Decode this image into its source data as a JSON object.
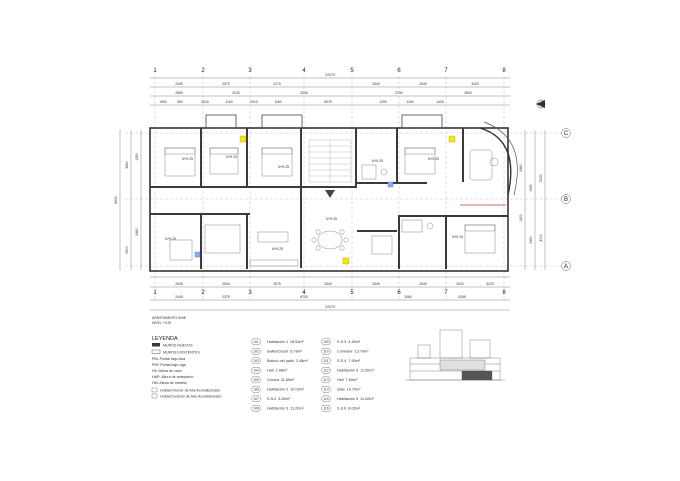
{
  "drawing": {
    "column_axes": [
      "1",
      "2",
      "3",
      "4",
      "5",
      "6",
      "7",
      "8"
    ],
    "row_axes": [
      "C",
      "B",
      "A"
    ],
    "top_dims_row1": [
      "2305",
      "2570",
      "3170",
      "2540",
      "2540",
      "3420"
    ],
    "top_total": "22370",
    "top_dims_row2": [
      "2890",
      "3240",
      "3230",
      "3730",
      "2840"
    ],
    "top_dims_row3": [
      "1960",
      "960",
      "2010",
      "1160",
      "2010",
      "1160",
      "5075",
      "1250",
      "1160",
      "1400"
    ],
    "bottom_dims_row1": [
      "2545",
      "2540",
      "2575",
      "2540",
      "2545",
      "2540",
      "2540",
      "3220"
    ],
    "bottom_dims_row2": [
      "2440",
      "2375",
      "6730",
      "1060",
      "5265"
    ],
    "bottom_total": "22370",
    "left_total": "8530",
    "left_dims": [
      "3660",
      "1390",
      "3480",
      "2900"
    ],
    "right_dims": [
      "3480",
      "5230",
      "1590",
      "1400",
      "2950",
      "4000"
    ],
    "project_caption_line1": "APARTAMENTO 5048",
    "project_caption_line2": "NIVEL +9,25",
    "level_tags": [
      "N+9.25",
      "N+9.25",
      "N+9.25",
      "N+9.25",
      "N+9.25",
      "N+9.25",
      "N+9.25",
      "N+9.25",
      "N+9.25"
    ]
  },
  "legend": {
    "title": "LEYENDA",
    "items": [
      {
        "label": "MUROS NUEVOS"
      },
      {
        "label": "MUROS EXISTENTES"
      },
      {
        "label": "PBL Puntal bajo losa"
      },
      {
        "label": "PBV Puntal bajo viga"
      },
      {
        "label": "HV: Altura de vano"
      },
      {
        "label": "HAP: Altura de antepecho"
      },
      {
        "label": "HM: Altura de meseta"
      },
      {
        "label": "Unidad Interior de Aire Acondicionado"
      },
      {
        "label": "Unidad Exterior de Aire Acondicionado"
      }
    ]
  },
  "rooms": [
    {
      "num": "101",
      "name": "Habitación 1",
      "area": "16.53m²"
    },
    {
      "num": "102",
      "name": "Salita/Closet",
      "area": "6.78m²"
    },
    {
      "num": "103",
      "name": "Balcón del patio",
      "area": "2.48m²"
    },
    {
      "num": "104",
      "name": "Hall",
      "area": "2.98m²"
    },
    {
      "num": "105",
      "name": "Cocina",
      "area": "11.69m²"
    },
    {
      "num": "106",
      "name": "Habitación 2",
      "area": "10.09m²"
    },
    {
      "num": "107",
      "name": "S.S.2",
      "area": "3.89m²"
    },
    {
      "num": "108",
      "name": "Habitación 3",
      "area": "11.20m²"
    },
    {
      "num": "109",
      "name": "S.S.3",
      "area": "4.40m²"
    },
    {
      "num": "110",
      "name": "Comedor",
      "area": "13.79m²"
    },
    {
      "num": "111",
      "name": "S.S.4",
      "area": "7.90m²"
    },
    {
      "num": "112",
      "name": "Habitación 4",
      "area": "11.50m²"
    },
    {
      "num": "113",
      "name": "Hall",
      "area": "7.60m²"
    },
    {
      "num": "114",
      "name": "Sala",
      "area": "19.79m²"
    },
    {
      "num": "115",
      "name": "Habitación 5",
      "area": "11.00m²"
    },
    {
      "num": "116",
      "name": "S.S.6",
      "area": "8.00m²"
    }
  ]
}
